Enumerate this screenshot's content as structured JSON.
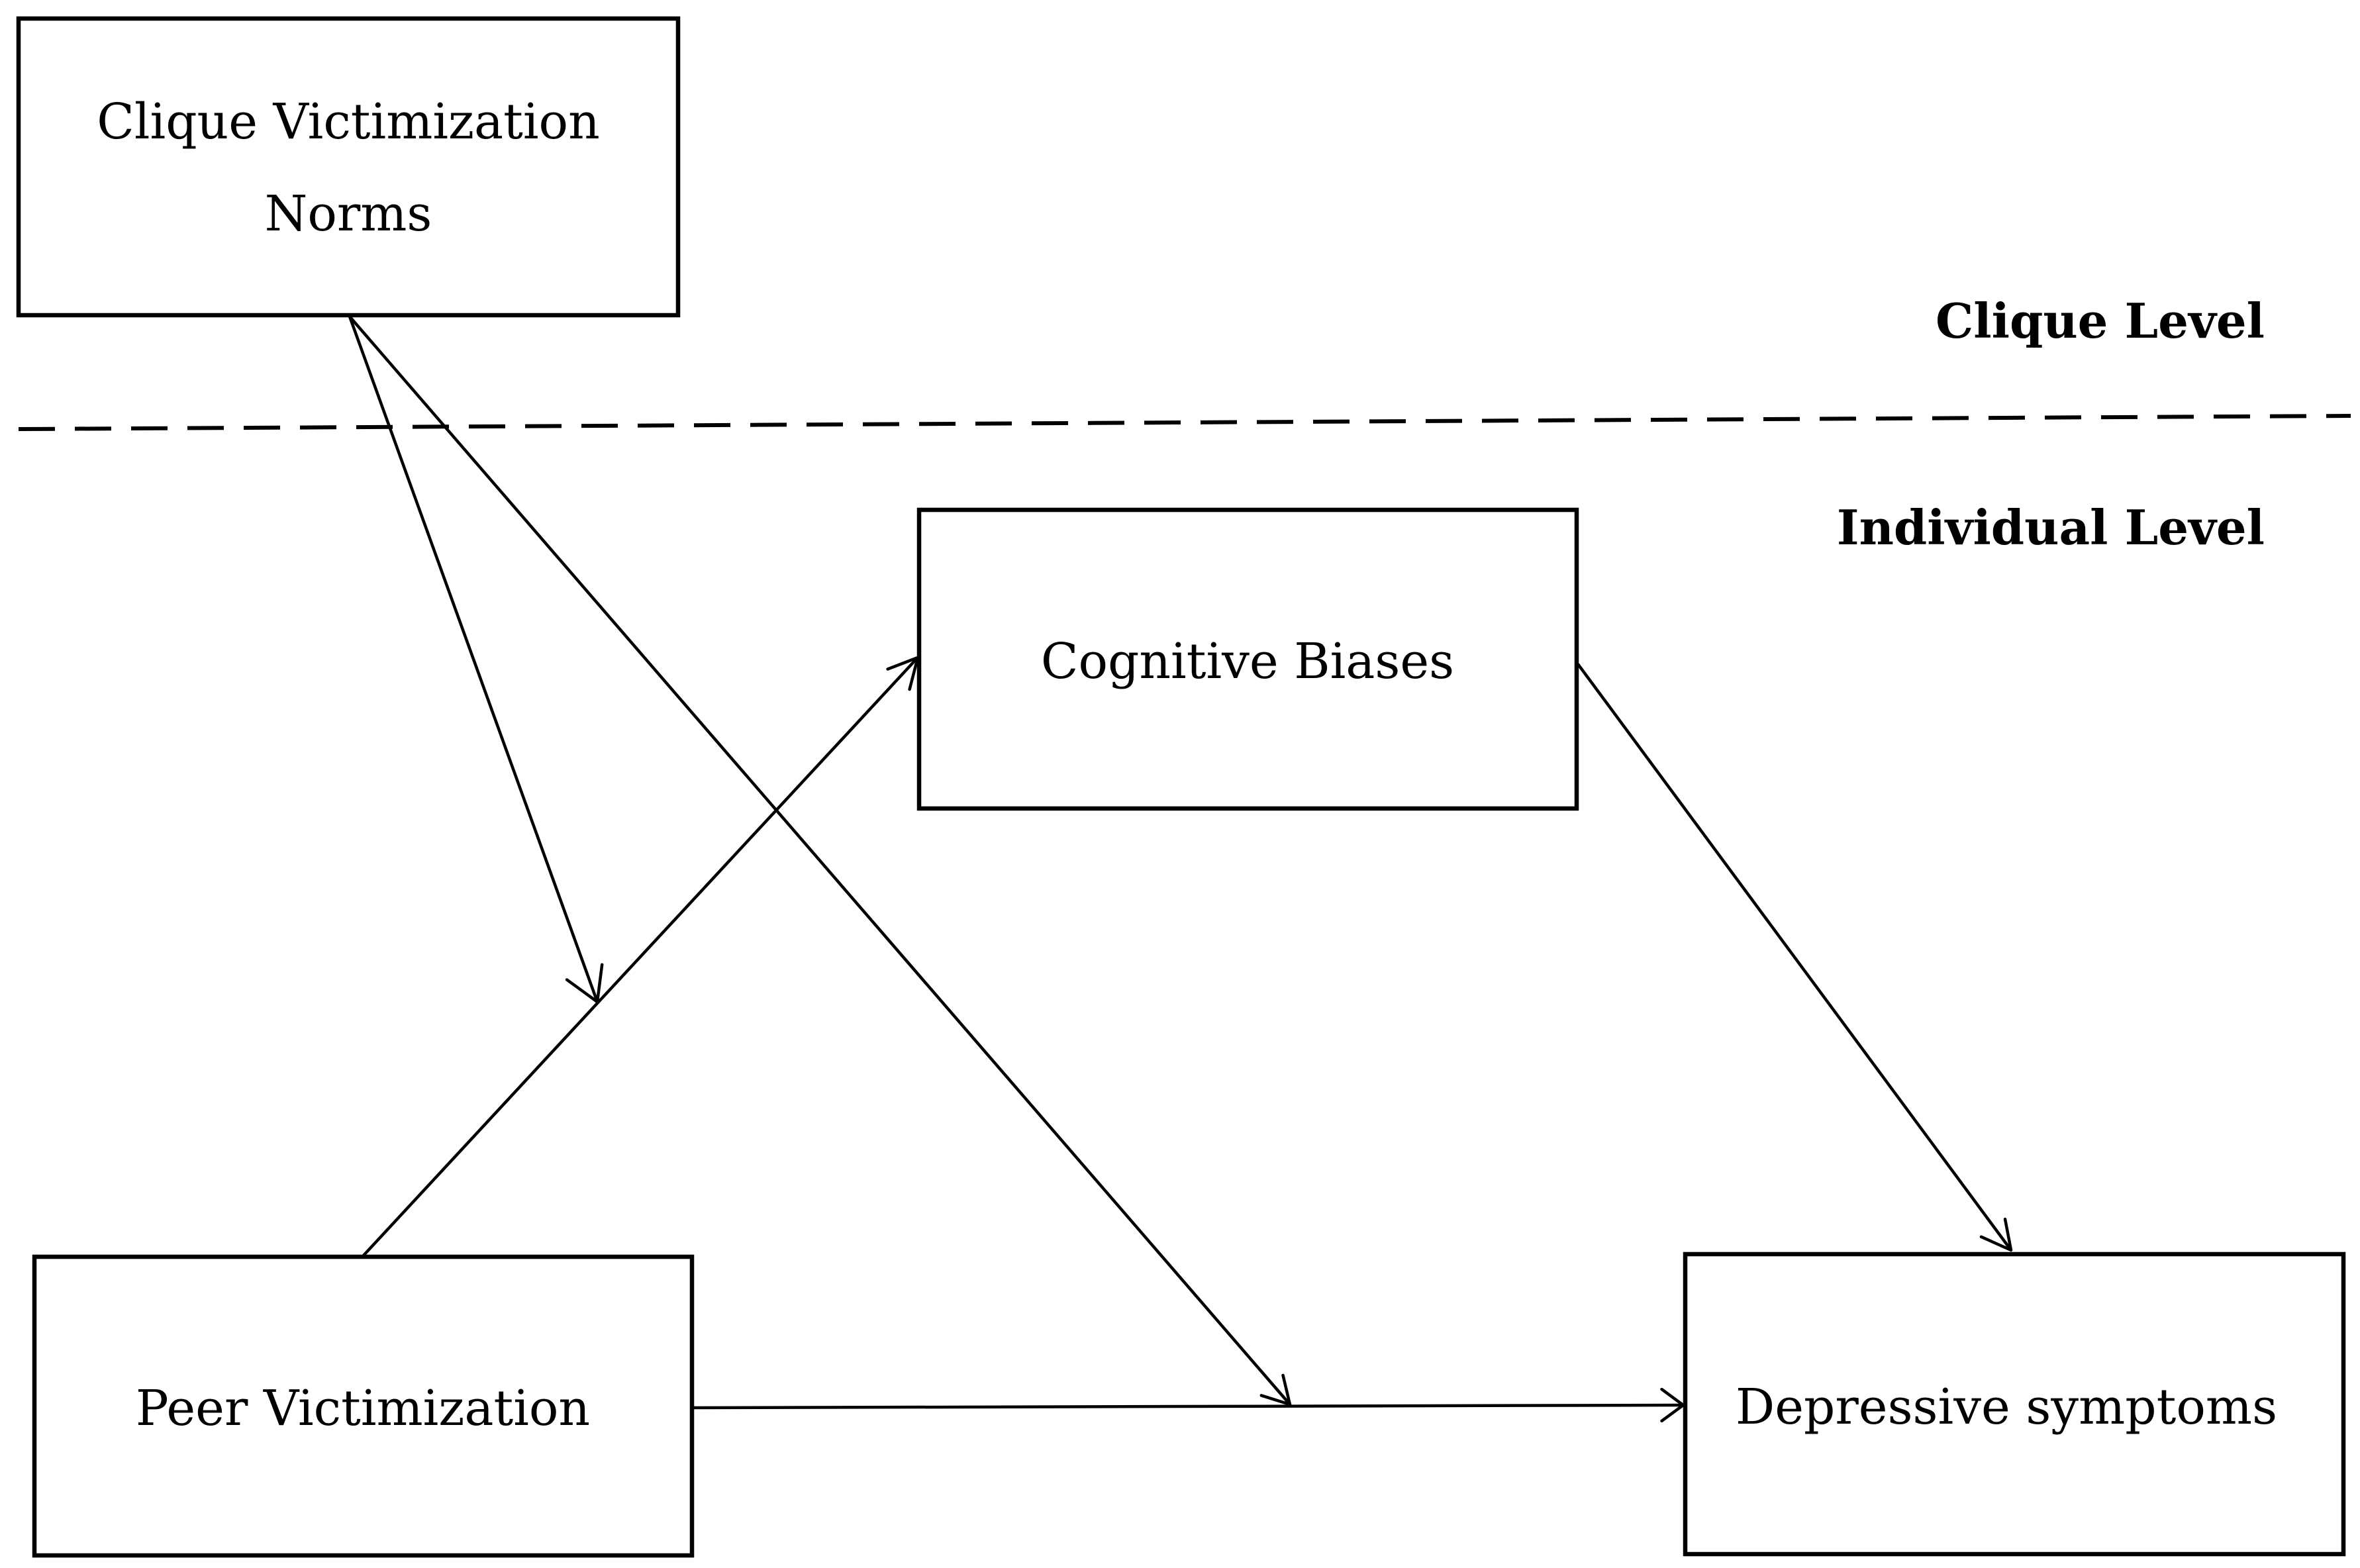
{
  "levels": {
    "clique": "Clique Level",
    "individual": "Individual Level"
  },
  "nodes": {
    "clique_norms": {
      "line1": "Clique Victimization",
      "line2": "Norms"
    },
    "cognitive_biases": {
      "label": "Cognitive Biases"
    },
    "peer_victimization": {
      "label": "Peer Victimization"
    },
    "depressive_symptoms": {
      "label": "Depressive symptoms"
    }
  },
  "edges": [
    {
      "from": "Clique Victimization Norms",
      "to": "Peer Victimization → Cognitive Biases path"
    },
    {
      "from": "Clique Victimization Norms",
      "to": "Peer Victimization → Depressive symptoms path"
    },
    {
      "from": "Peer Victimization",
      "to": "Cognitive Biases"
    },
    {
      "from": "Cognitive Biases",
      "to": "Depressive symptoms"
    },
    {
      "from": "Peer Victimization",
      "to": "Depressive symptoms"
    }
  ]
}
